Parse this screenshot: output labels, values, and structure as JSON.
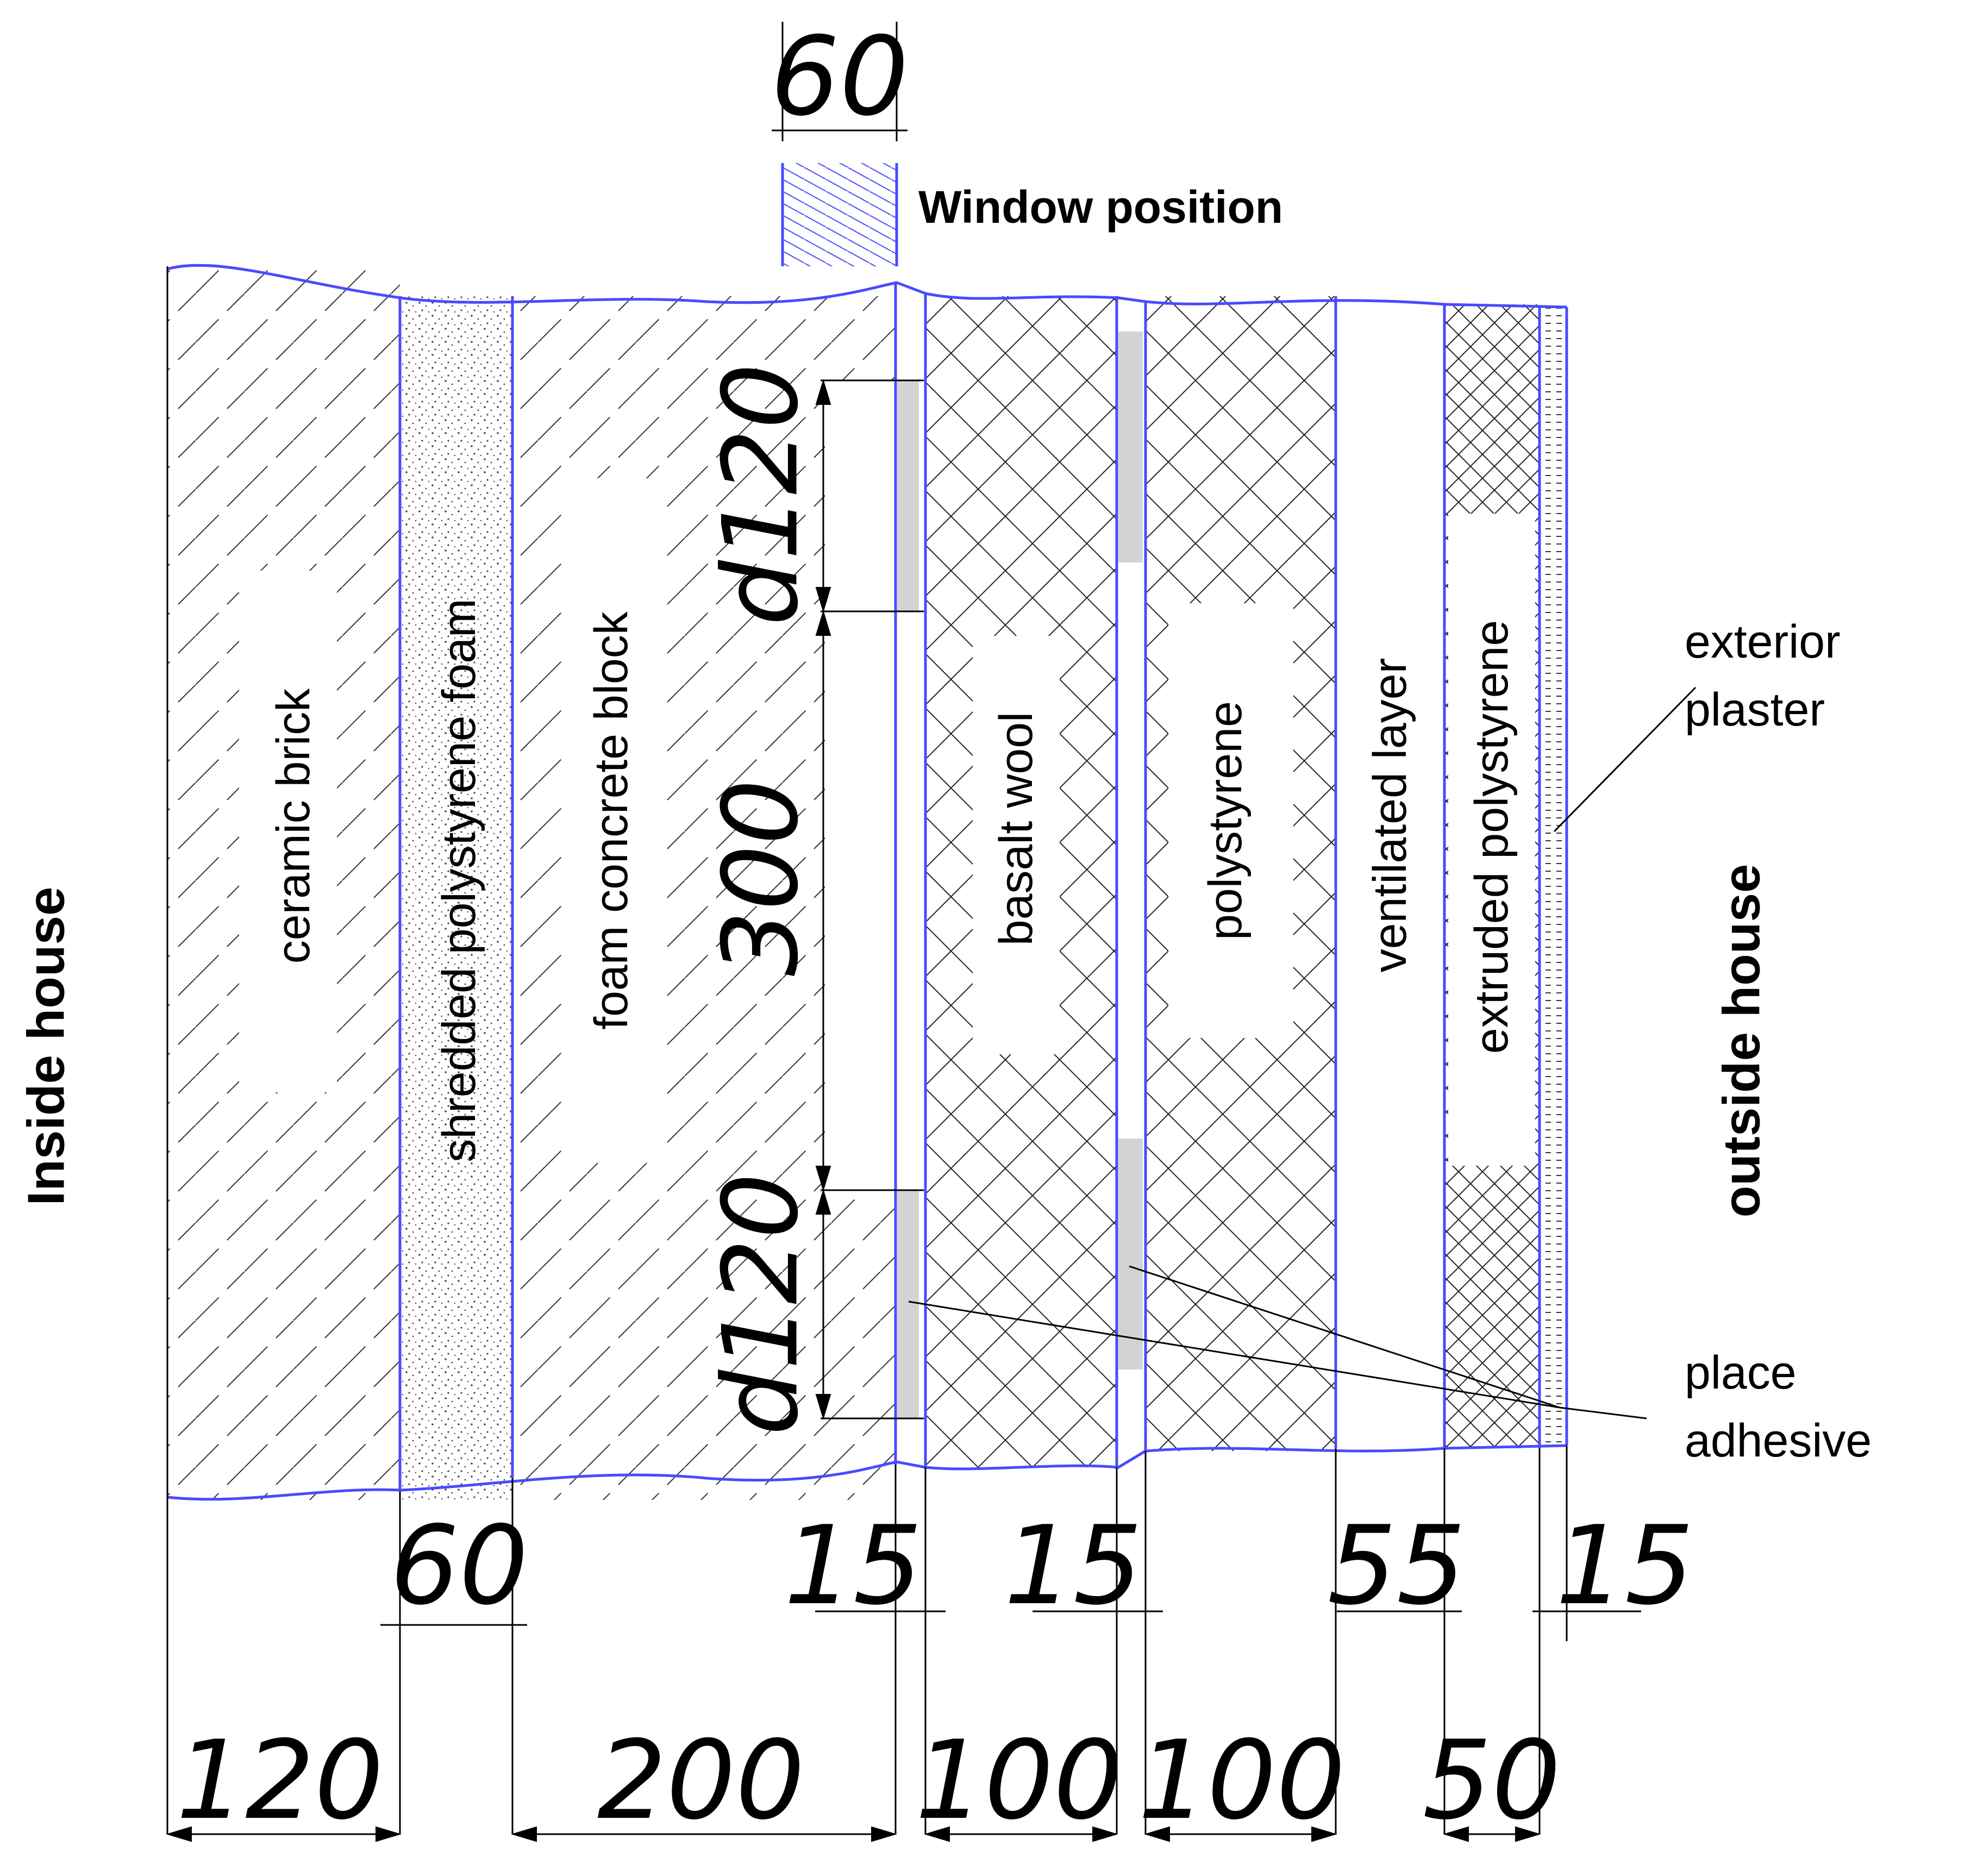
{
  "labels": {
    "inside": "Inside house",
    "outside": "outside house",
    "window": "Window position",
    "exterior_plaster": [
      "exterior",
      "plaster"
    ],
    "place_adhesive": [
      "place",
      "adhesive"
    ]
  },
  "layers": [
    {
      "name": "ceramic brick",
      "thickness": "120",
      "pattern": "diag"
    },
    {
      "name": "shredded polystyrene foam",
      "thickness": "60",
      "pattern": "dots"
    },
    {
      "name": "foam concrete block",
      "thickness": "200",
      "pattern": "diag"
    },
    {
      "name": "basalt wool",
      "thickness": "100",
      "pattern": "cross"
    },
    {
      "name": "polystyrene",
      "thickness": "100",
      "pattern": "cross"
    },
    {
      "name": "ventilated layer",
      "thickness": "55",
      "pattern": "none"
    },
    {
      "name": "extruded polystyrene",
      "thickness": "50",
      "pattern": "crossdense"
    },
    {
      "name": "exterior plaster",
      "thickness": "15",
      "pattern": "ticks"
    }
  ],
  "dimensions": {
    "window": "60",
    "gap1": "15",
    "gap2": "15",
    "d_top": "d120",
    "middle": "300",
    "d_bottom": "d120"
  },
  "colors": {
    "outline": "#4a4aff",
    "line": "#000000",
    "adhesive": "#d3d3d3"
  }
}
